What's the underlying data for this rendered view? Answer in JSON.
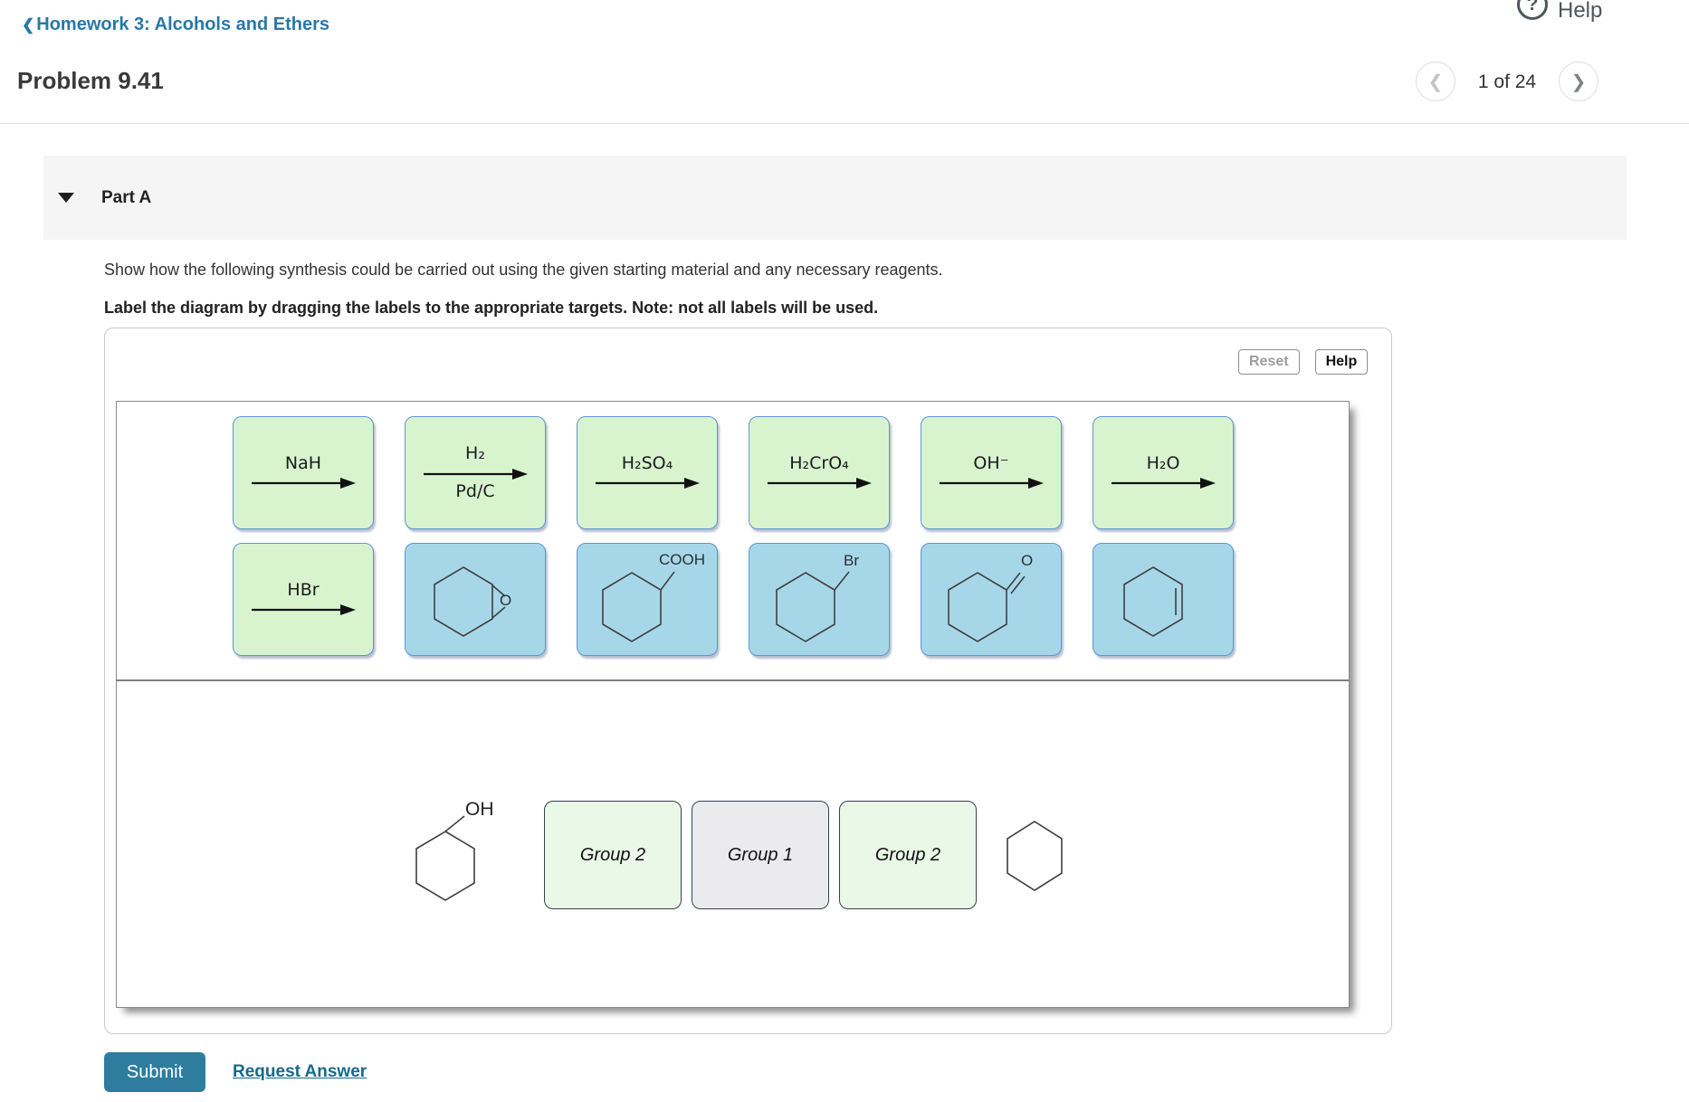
{
  "header": {
    "back_label": "Homework 3: Alcohols and Ethers",
    "back_icon": "chevron-left-icon",
    "help_label": "Help",
    "help_icon": "question-circle-icon",
    "title": "Problem 9.41",
    "pagination": "1 of 24",
    "prev_icon": "chevron-left-icon",
    "next_icon": "chevron-right-icon",
    "prev_glyph": "❮",
    "next_glyph": "❯",
    "question_glyph": "?"
  },
  "part_a": {
    "label": "Part A",
    "collapse_icon": "triangle-down-icon",
    "instruction": "Show how the following synthesis could be carried out using the given starting material and any necessary reagents.",
    "drag_note": "Label the diagram by dragging the labels to the appropriate targets. Note: not all labels will be used."
  },
  "panel": {
    "reset_label": "Reset",
    "help_label": "Help"
  },
  "bank": {
    "tiles": [
      {
        "type": "reagent",
        "above": "NaH",
        "below": ""
      },
      {
        "type": "reagent",
        "above": "H₂",
        "below": "Pd/C"
      },
      {
        "type": "reagent",
        "above": "H₂SO₄",
        "below": ""
      },
      {
        "type": "reagent",
        "above": "H₂CrO₄",
        "below": ""
      },
      {
        "type": "reagent",
        "above": "OH⁻",
        "below": ""
      },
      {
        "type": "reagent",
        "above": "H₂O",
        "below": ""
      },
      {
        "type": "reagent",
        "above": "HBr",
        "below": ""
      },
      {
        "type": "structure",
        "name": "cyclohexene-oxide",
        "label": "O"
      },
      {
        "type": "structure",
        "name": "cyclohexanecarboxylic-acid",
        "label": "COOH"
      },
      {
        "type": "structure",
        "name": "bromocyclohexane",
        "label": "Br"
      },
      {
        "type": "structure",
        "name": "cyclohexanone",
        "label": "O"
      },
      {
        "type": "structure",
        "name": "cyclohexene",
        "label": ""
      }
    ]
  },
  "diagram": {
    "start_molecule": {
      "name": "cyclohexanol",
      "label": "OH"
    },
    "targets": [
      "Group 2",
      "Group 1",
      "Group 2"
    ],
    "end_molecule": {
      "name": "cyclohexane"
    }
  },
  "footer": {
    "submit_label": "Submit",
    "request_answer_label": "Request Answer"
  },
  "colors": {
    "accent_teal": "#2e7d9f",
    "link_blue": "#2878a8",
    "tile_green": "#d8f4cf",
    "tile_blue": "#a6d7e9",
    "tile_border": "#6094d2",
    "target_green": "#e9f8e7",
    "target_gray": "#ebebed",
    "target_border": "#39414f"
  }
}
